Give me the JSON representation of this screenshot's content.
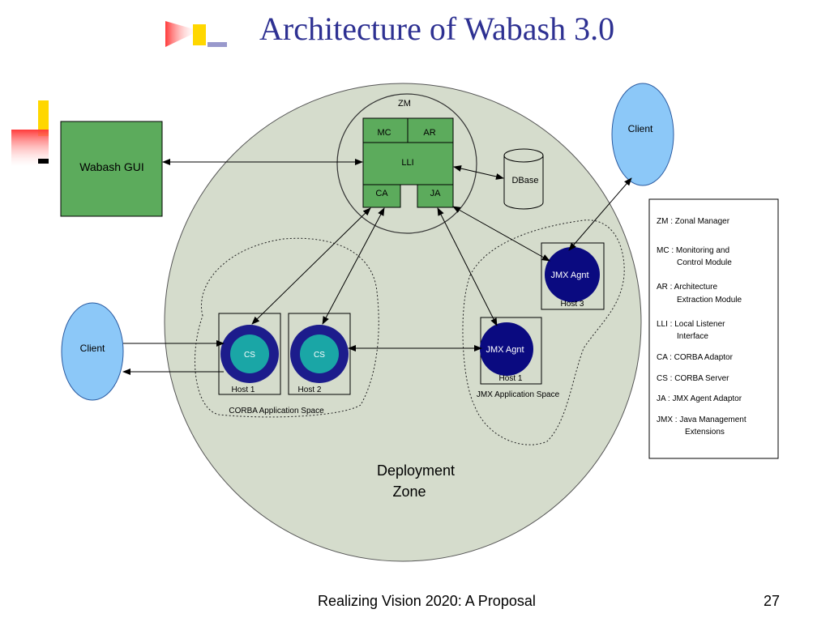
{
  "slide": {
    "title": "Architecture of Wabash 3.0",
    "footer": "Realizing Vision 2020: A Proposal",
    "page_number": "27"
  },
  "colors": {
    "zone_fill": "#d5dccc",
    "module_green": "#5cab5c",
    "client_blue": "#8cc8f8",
    "jmx_navy": "#0a0a80",
    "cs_teal": "#1aa6a6",
    "title_blue": "#2e3192"
  },
  "diagram": {
    "wabash_gui": "Wabash GUI",
    "zm": "ZM",
    "mc": "MC",
    "ar": "AR",
    "lli": "LLI",
    "ca": "CA",
    "ja": "JA",
    "dbase": "DBase",
    "client_top": "Client",
    "client_left": "Client",
    "jmx_agent_host3": "JMX Agnt",
    "host3_label": "Host 3",
    "cs_host1": "CS",
    "cs_host2": "CS",
    "host1_label": "Host 1",
    "host2_label": "Host 2",
    "jmx_agent_host1": "JMX Agnt",
    "jmx_host1_label": "Host 1",
    "corba_space": "CORBA Application Space",
    "jmx_space": "JMX Application Space",
    "deployment_zone_line1": "Deployment",
    "deployment_zone_line2": "Zone"
  },
  "legend": {
    "items": [
      {
        "line1": "ZM : Zonal Manager",
        "line2": ""
      },
      {
        "line1": "MC : Monitoring and",
        "line2": "Control Module"
      },
      {
        "line1": "AR : Architecture",
        "line2": "Extraction Module"
      },
      {
        "line1": "LLI : Local Listener",
        "line2": "Interface"
      },
      {
        "line1": "CA : CORBA Adaptor",
        "line2": ""
      },
      {
        "line1": "CS : CORBA Server",
        "line2": ""
      },
      {
        "line1": "JA : JMX Agent Adaptor",
        "line2": ""
      },
      {
        "line1": "JMX : Java Management",
        "line2": "Extensions"
      }
    ]
  }
}
